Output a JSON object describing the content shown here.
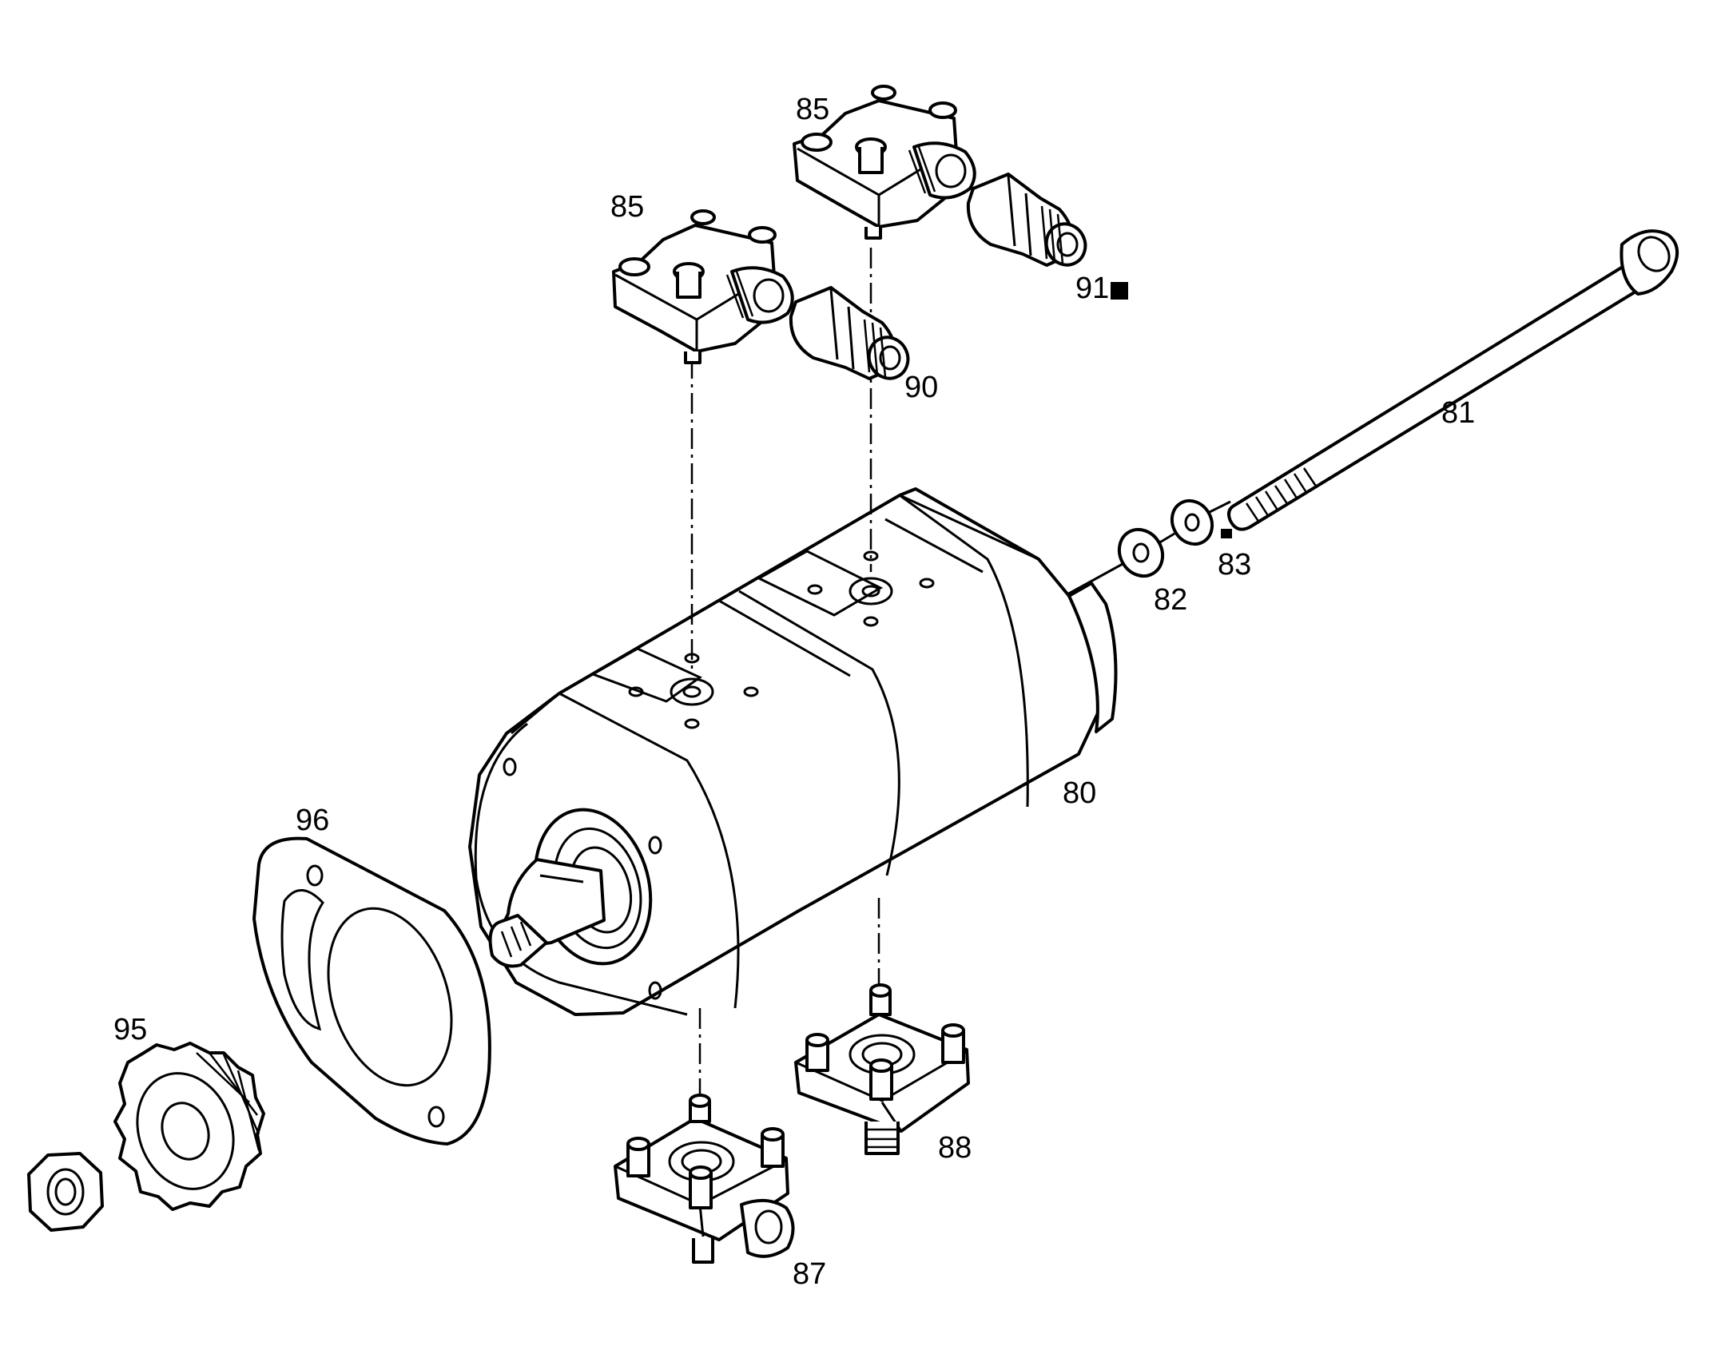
{
  "labels": {
    "p80": "80",
    "p81": "81",
    "p82": "82",
    "p83": "83",
    "p85a": "85",
    "p85b": "85",
    "p87": "87",
    "p88": "88",
    "p90": "90",
    "p91": "91",
    "p95": "95",
    "p96": "96"
  }
}
